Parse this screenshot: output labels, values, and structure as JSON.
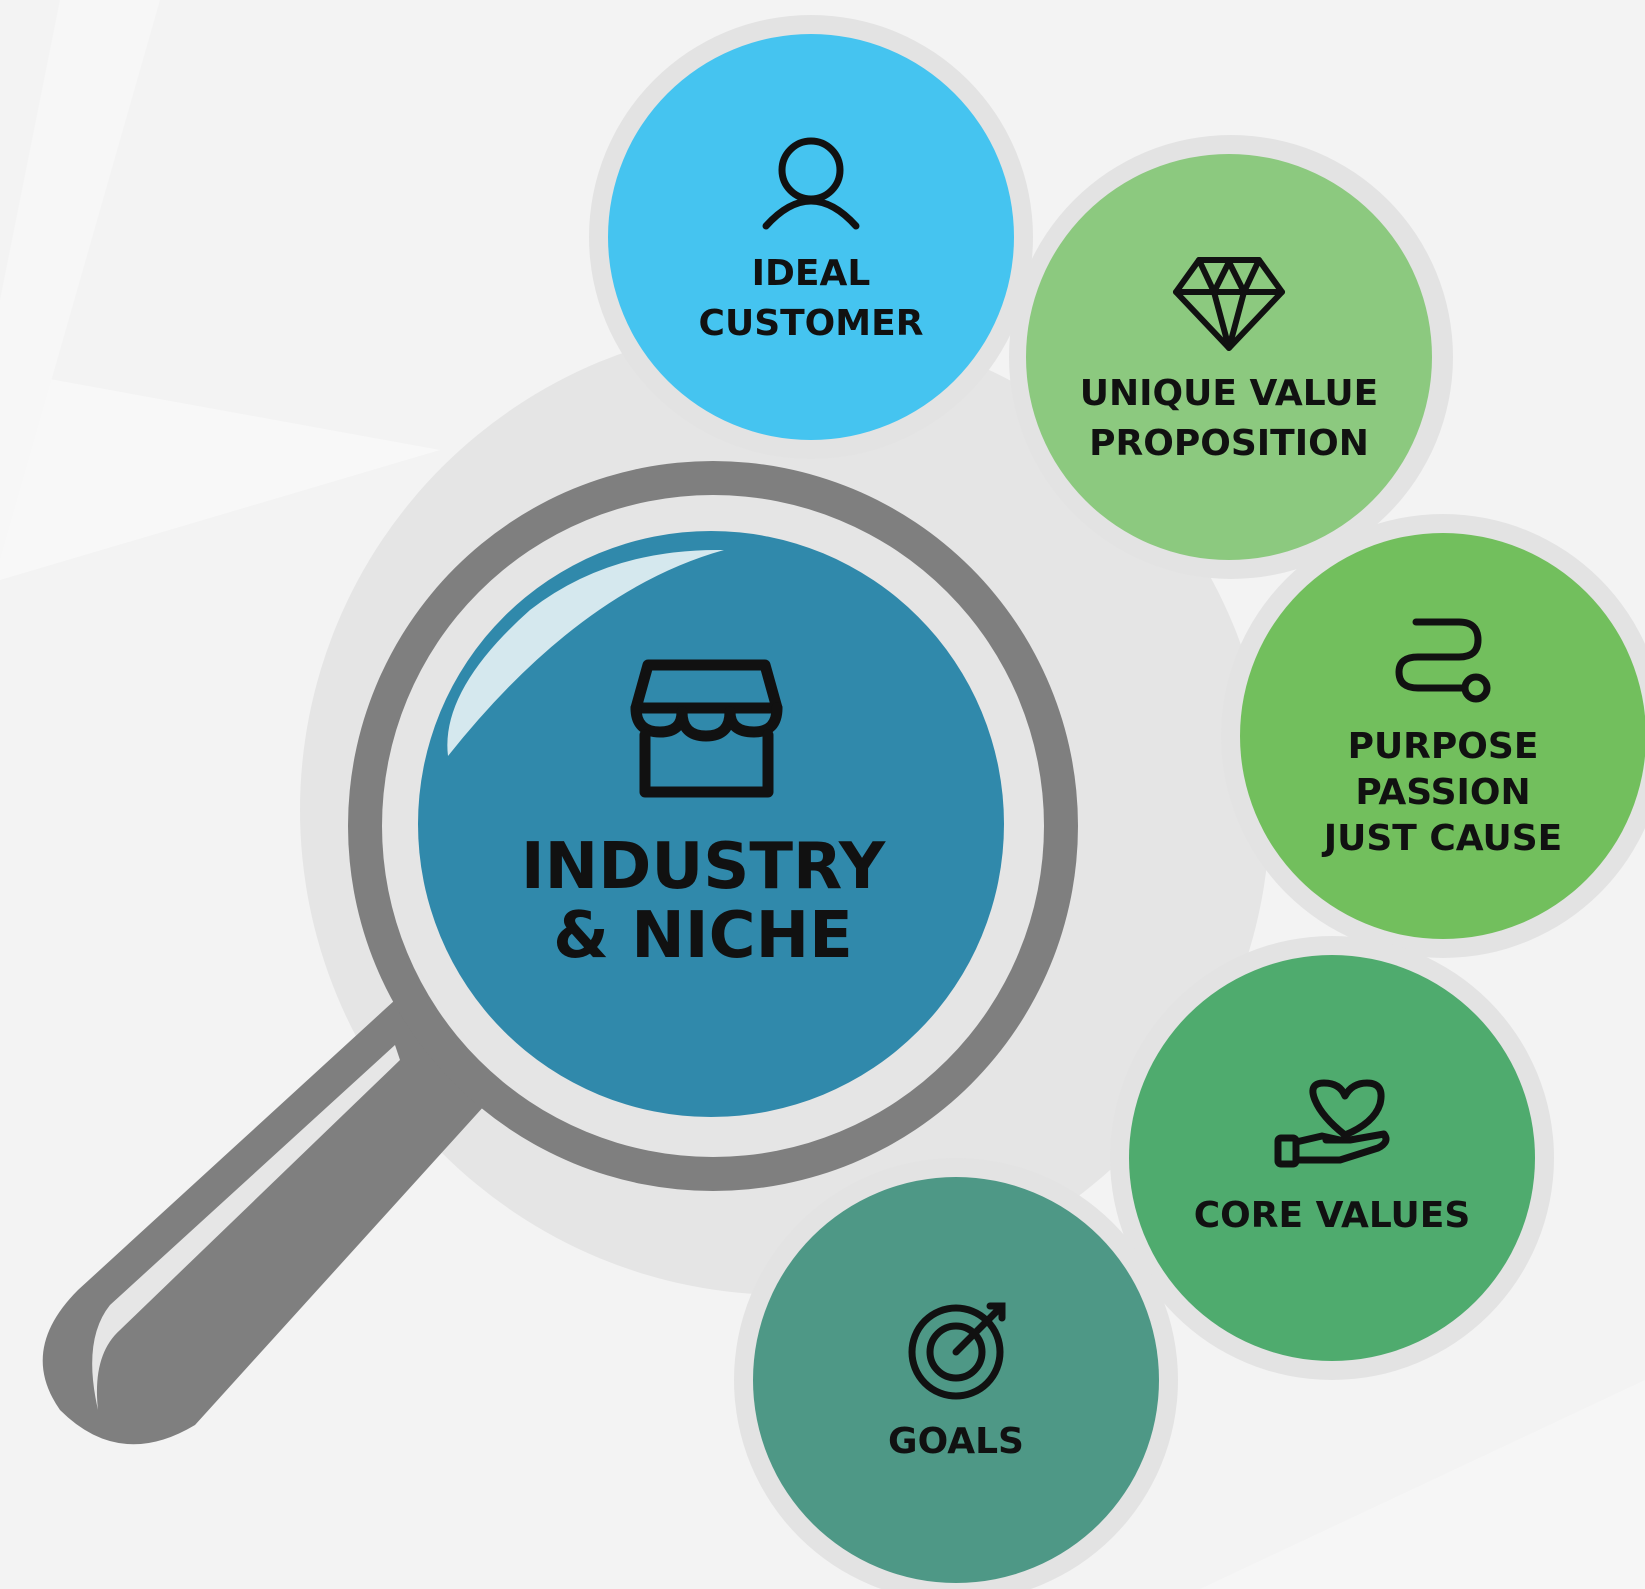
{
  "colors": {
    "background": "#f3f3f3",
    "halo": "#e5e5e5",
    "handle": "#7f7f7f",
    "lens": "#3089ab",
    "ideal_customer": "#45c4f0",
    "unique_value": "#8cc97f",
    "purpose": "#72bf5d",
    "core_values": "#4fab6e",
    "goals": "#4e9886",
    "text": "#111111"
  },
  "center": {
    "icon": "storefront-icon",
    "lines": [
      "INDUSTRY",
      "& NICHE"
    ]
  },
  "nodes": [
    {
      "id": "ideal-customer",
      "icon": "user-icon",
      "lines": [
        "IDEAL",
        "CUSTOMER"
      ]
    },
    {
      "id": "unique-value",
      "icon": "diamond-icon",
      "lines": [
        "UNIQUE VALUE",
        "PROPOSITION"
      ]
    },
    {
      "id": "purpose",
      "icon": "route-icon",
      "lines": [
        "PURPOSE",
        "PASSION",
        "JUST CAUSE"
      ]
    },
    {
      "id": "core-values",
      "icon": "heart-hand-icon",
      "lines": [
        "CORE VALUES"
      ]
    },
    {
      "id": "goals",
      "icon": "target-icon",
      "lines": [
        "GOALS"
      ]
    }
  ]
}
